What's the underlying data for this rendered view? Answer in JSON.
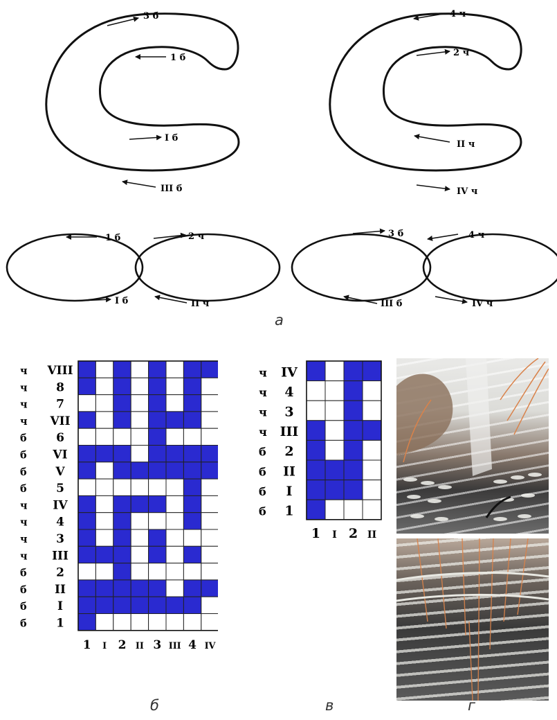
{
  "panel_a": {
    "label": "а",
    "loop_left_labels": [
      "3 б",
      "1 б",
      "I б",
      "III б"
    ],
    "loop_right_labels": [
      "4 ч",
      "2 ч",
      "II ч",
      "IV ч"
    ],
    "pair_left_labels": [
      "1 б",
      "2 ч",
      "I б",
      "II ч"
    ],
    "pair_right_labels": [
      "3 б",
      "4 ч",
      "III б",
      "IV ч"
    ]
  },
  "panel_b": {
    "label": "б",
    "row_sides": [
      "ч",
      "ч",
      "ч",
      "ч",
      "б",
      "б",
      "б",
      "б",
      "ч",
      "ч",
      "ч",
      "ч",
      "б",
      "б",
      "б",
      "б"
    ],
    "row_labels": [
      "VIII",
      "8",
      "7",
      "VII",
      "6",
      "VI",
      "V",
      "5",
      "IV",
      "4",
      "3",
      "III",
      "2",
      "II",
      "I",
      "1"
    ],
    "column_labels": [
      "1",
      "I",
      "2",
      "II",
      "3",
      "III",
      "4",
      "IV"
    ],
    "grid": [
      "10101011",
      "10101010",
      "00101010",
      "10101110",
      "00001000",
      "11101111",
      "10111111",
      "00000010",
      "10111010",
      "10100010",
      "10101000",
      "11101010",
      "00100000",
      "11111011",
      "11111110",
      "10000000"
    ],
    "fill_color": "#2a2ad0"
  },
  "panel_c": {
    "label": "в",
    "row_sides": [
      "ч",
      "ч",
      "ч",
      "ч",
      "б",
      "б",
      "б",
      "б"
    ],
    "row_labels": [
      "IV",
      "4",
      "3",
      "III",
      "2",
      "II",
      "I",
      "1"
    ],
    "column_labels": [
      "1",
      "I",
      "2",
      "II"
    ],
    "grid": [
      "1011",
      "0010",
      "0010",
      "1011",
      "1010",
      "1110",
      "1110",
      "1000"
    ],
    "fill_color": "#2a2ad0"
  },
  "panel_d": {
    "label": "г"
  }
}
